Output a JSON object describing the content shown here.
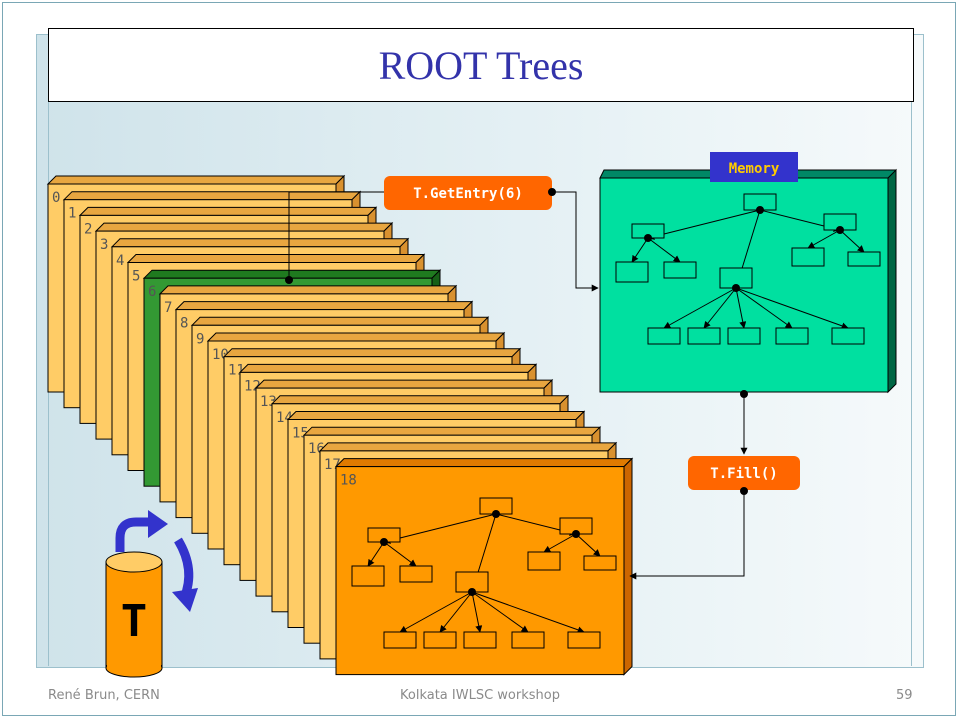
{
  "title": "ROOT Trees",
  "entries": [
    "0",
    "1",
    "2",
    "3",
    "4",
    "5",
    "6",
    "7",
    "8",
    "9",
    "10",
    "11",
    "12",
    "13",
    "14",
    "15",
    "16",
    "17",
    "18"
  ],
  "highlighted_entry": "6",
  "labels": {
    "memory": "Memory",
    "get_entry": "T.GetEntry(6)",
    "fill": "T.Fill()",
    "tree_symbol": "T"
  },
  "footer": {
    "left": "René Brun, CERN",
    "center": "Kolkata IWLSC workshop",
    "page": "59"
  },
  "colors": {
    "entry_fill": "#ffcc66",
    "highlight_fill": "#339933",
    "front_fill": "#ff9900",
    "memory_fill": "#00e0a0",
    "label_fill": "#ff6600",
    "memory_tag_fill": "#3333cc",
    "memory_tag_text": "#ffcc00",
    "cylinder_fill": "#ff9900",
    "arrow_fill": "#3333cc",
    "title_color": "#3333aa"
  }
}
